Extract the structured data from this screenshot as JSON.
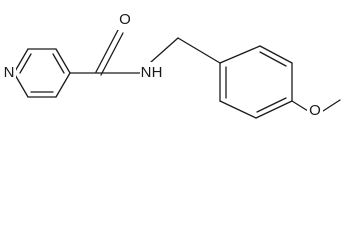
{
  "molecule": {
    "atom_labels": {
      "pyridine_nitrogen": "N",
      "carbonyl_oxygen": "O",
      "amide_nitrogen": "N",
      "amide_hydrogen": "H",
      "ether_oxygen": "O"
    },
    "line_color": "#1a1a1a",
    "background_color": "#ffffff"
  }
}
